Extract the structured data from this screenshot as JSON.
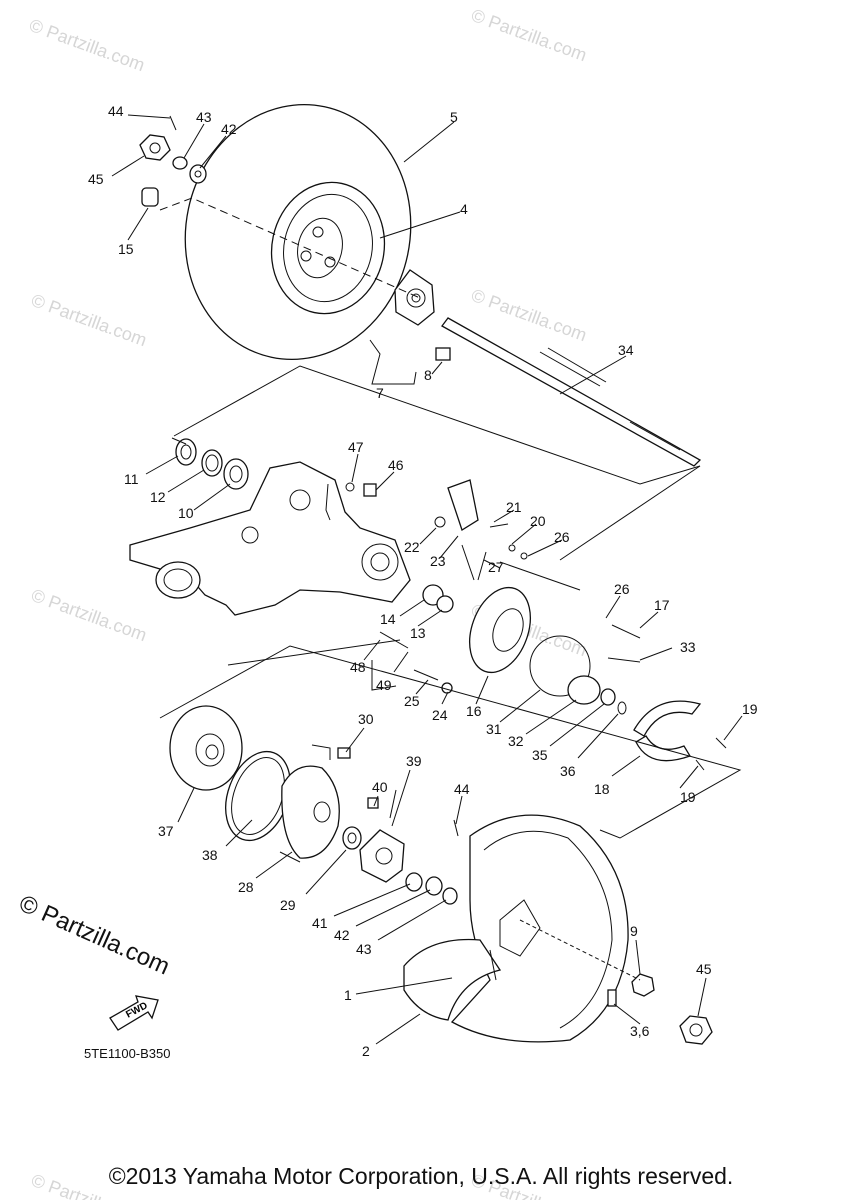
{
  "watermark": "© Partzilla.com",
  "brand_watermark": "© Partzilla.com",
  "fwd_label": "FWD",
  "diagram_code": "5TE1100-B350",
  "copyright": "©2013 Yamaha Motor Corporation, U.S.A. All rights reserved.",
  "callouts": [
    "44",
    "43",
    "42",
    "45",
    "15",
    "5",
    "4",
    "34",
    "8",
    "7",
    "47",
    "46",
    "11",
    "12",
    "10",
    "21",
    "20",
    "26",
    "22",
    "23",
    "27",
    "26",
    "17",
    "14",
    "13",
    "33",
    "48",
    "49",
    "25",
    "24",
    "16",
    "31",
    "32",
    "35",
    "36",
    "19",
    "18",
    "19",
    "30",
    "39",
    "40",
    "44",
    "37",
    "38",
    "28",
    "29",
    "41",
    "42",
    "43",
    "9",
    "45",
    "1",
    "3,6",
    "2"
  ]
}
